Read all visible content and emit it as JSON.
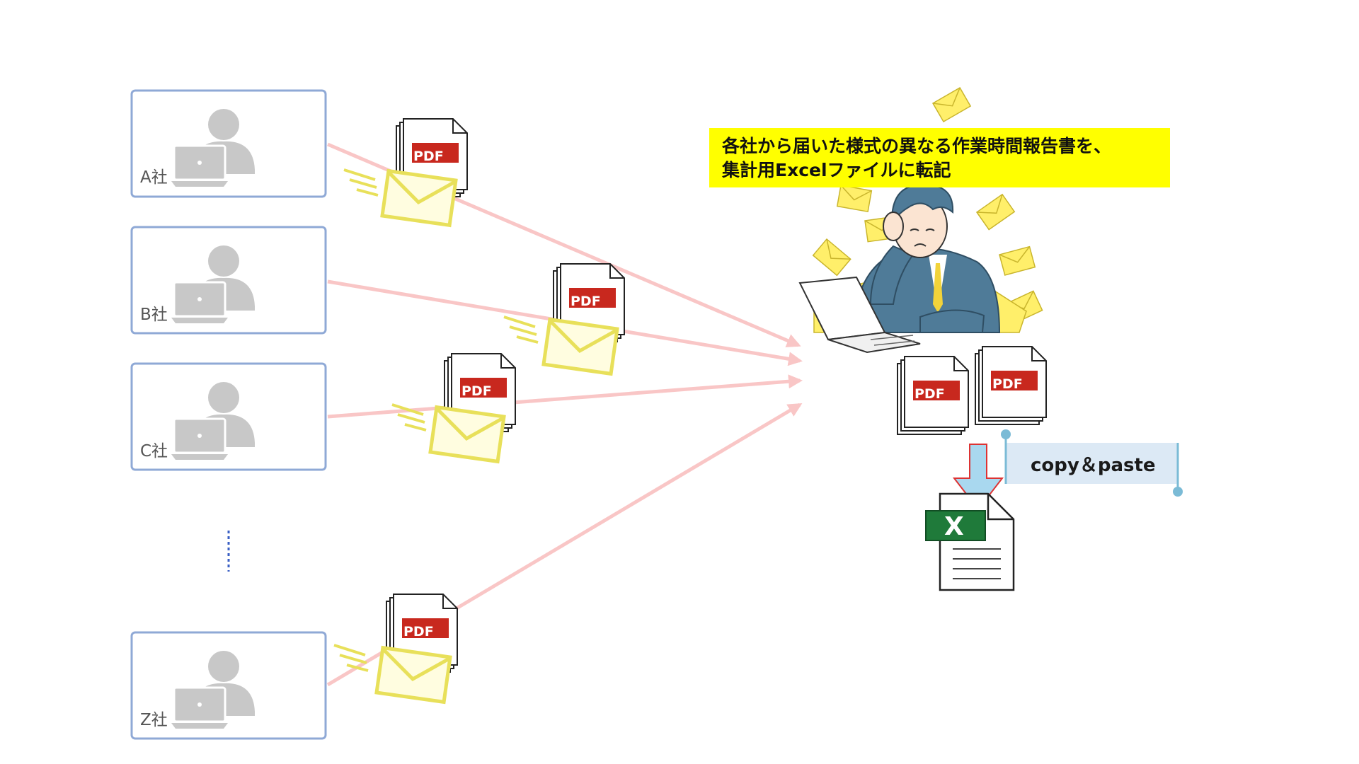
{
  "companies": [
    {
      "label": "A社"
    },
    {
      "label": "B社"
    },
    {
      "label": "C社"
    },
    {
      "label": "Z社"
    }
  ],
  "document_label": "PDF",
  "banner": {
    "line1": "各社から届いた様式の異なる作業時間報告書を、",
    "line2": "集計用Excelファイルに転記"
  },
  "excel_icon_label": "X",
  "copy_note": "copy＆paste",
  "colors": {
    "card_border": "#8fa9d6",
    "person_gray": "#c8c8c8",
    "arrow_pink": "#f9c6c6",
    "envelope_fill": "#fffde0",
    "envelope_stroke": "#e8e05a",
    "pdf_red": "#c8281e",
    "banner_yellow": "#ffff00",
    "excel_green": "#1f7a3a",
    "note_blue": "#dce9f5",
    "note_accent": "#7bbbd6"
  }
}
